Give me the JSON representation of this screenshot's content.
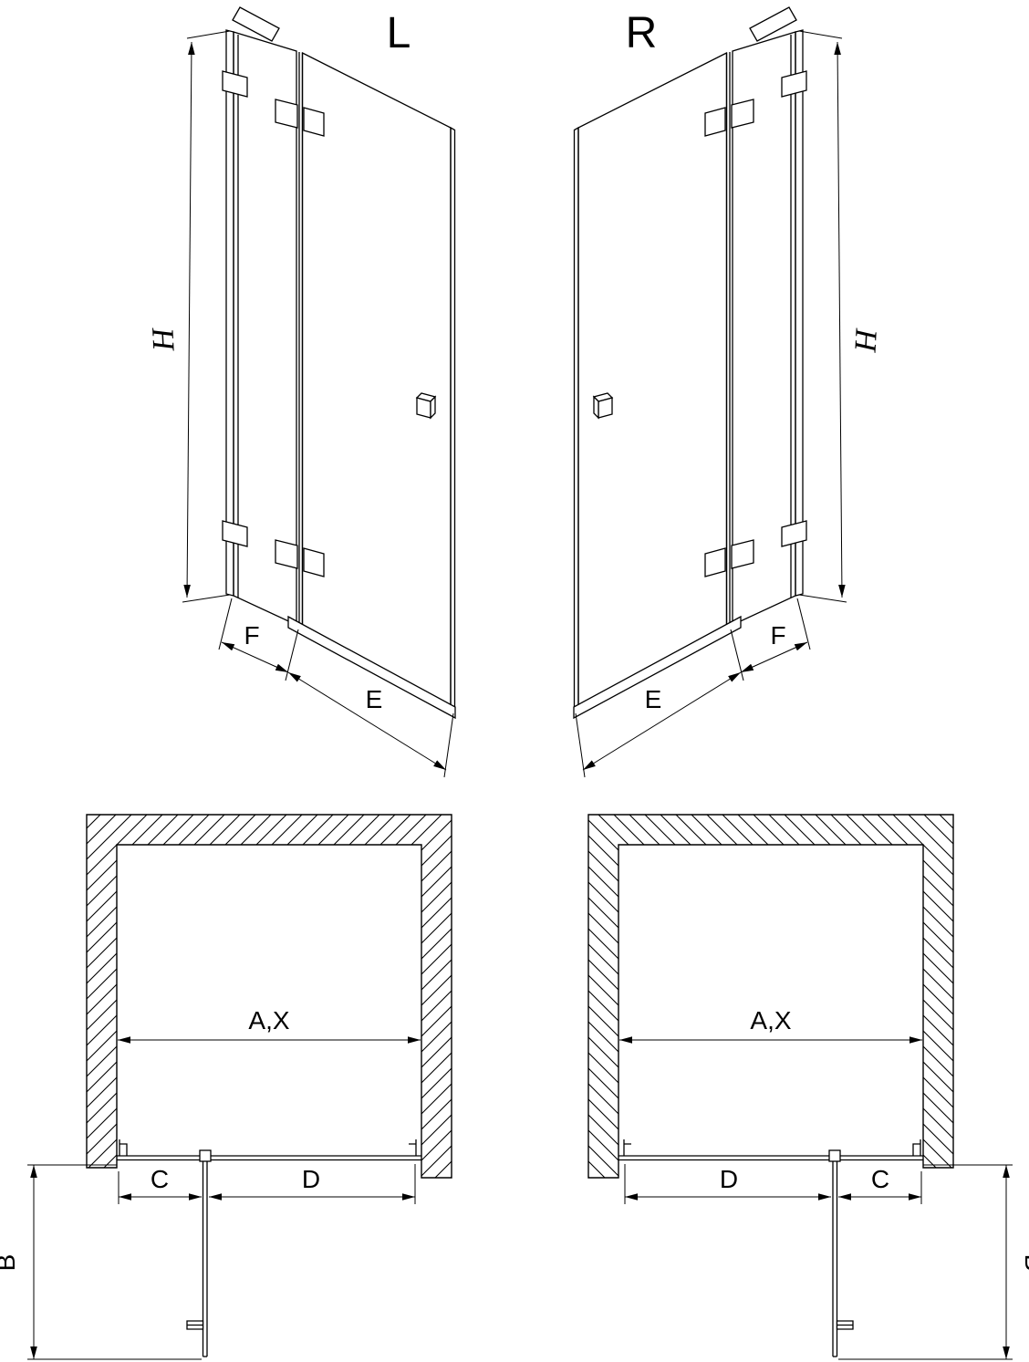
{
  "perspective_views": {
    "left": {
      "label": "L",
      "dim_height": "H",
      "dim_fixed_width": "F",
      "dim_door_width": "E"
    },
    "right": {
      "label": "R",
      "dim_height": "H",
      "dim_fixed_width": "F",
      "dim_door_width": "E"
    }
  },
  "plan_views": {
    "left": {
      "dim_opening": "A,X",
      "dim_depth": "B",
      "dim_fixed": "C",
      "dim_door": "D"
    },
    "right": {
      "dim_opening": "A,X",
      "dim_depth": "B",
      "dim_fixed": "C",
      "dim_door": "D"
    }
  },
  "colors": {
    "line": "#000000",
    "background": "#ffffff"
  }
}
